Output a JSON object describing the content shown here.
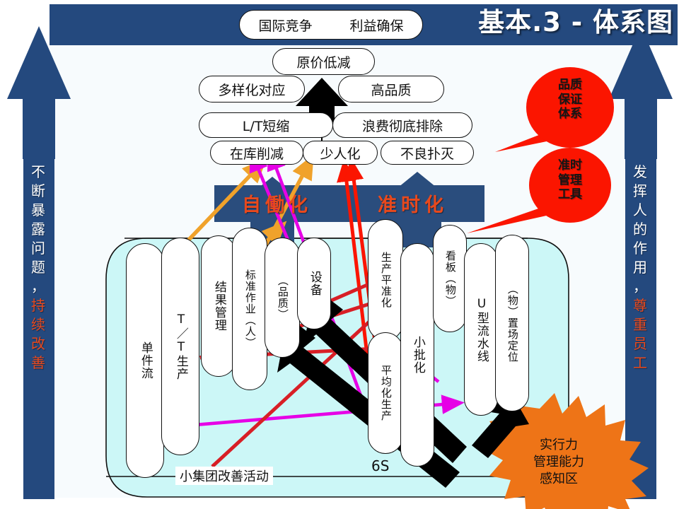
{
  "title": "基本.3 - 体系图",
  "colors": {
    "navy": "#24497e",
    "navy_dark": "#2a4d7d",
    "red": "#fb1500",
    "orange": "#ee7417",
    "magenta": "#e600e6",
    "amber": "#f0a22b",
    "crimson": "#d81f26",
    "black": "#000000",
    "house_fill": "#ccf7f7",
    "accent_text": "#e8491d"
  },
  "top": {
    "goal_left": "国际竞争",
    "goal_right": "利益确保",
    "cost": "原价低减",
    "variety": "多样化对应",
    "quality": "高品质",
    "lt": "L/T短缩",
    "waste": "浪费彻底排除",
    "inventory": "在库削减",
    "manpower": "少人化",
    "defect": "不良扑灭"
  },
  "bands": {
    "jidouka": "自働化",
    "jit": "准时化"
  },
  "callouts": [
    {
      "name": "quality-assurance",
      "lines": [
        "品质",
        "保证",
        "体系"
      ]
    },
    {
      "name": "jit-management-tools",
      "lines": [
        "准时",
        "管理",
        "工具"
      ]
    }
  ],
  "side_left": {
    "white": "不断暴露问题，",
    "accent": "持续改善"
  },
  "side_right": {
    "white": "发挥人的作用，",
    "accent": "尊重员工"
  },
  "pillars": [
    {
      "name": "one-piece-flow",
      "label": "单件流"
    },
    {
      "name": "tt-production",
      "label": "T／T生产"
    },
    {
      "name": "result-control",
      "label": "结果管理"
    },
    {
      "name": "standard-work",
      "label": "标准作业（人）"
    },
    {
      "name": "quality-item",
      "label": "（品质）"
    },
    {
      "name": "equipment",
      "label": "设备"
    },
    {
      "name": "level-production",
      "label": "生产平准化"
    },
    {
      "name": "average-production",
      "label": "平均化生产"
    },
    {
      "name": "small-lot",
      "label": "小批化"
    },
    {
      "name": "kanban",
      "label": "看板（物）"
    },
    {
      "name": "u-line",
      "label": "U型流水线"
    },
    {
      "name": "place-location",
      "label": "（物）置场定位"
    }
  ],
  "footer": {
    "small_group": "小集团改善活动",
    "six_s": "6S"
  },
  "burst": {
    "lines": [
      "实行力",
      "管理能力",
      "感知区"
    ]
  }
}
